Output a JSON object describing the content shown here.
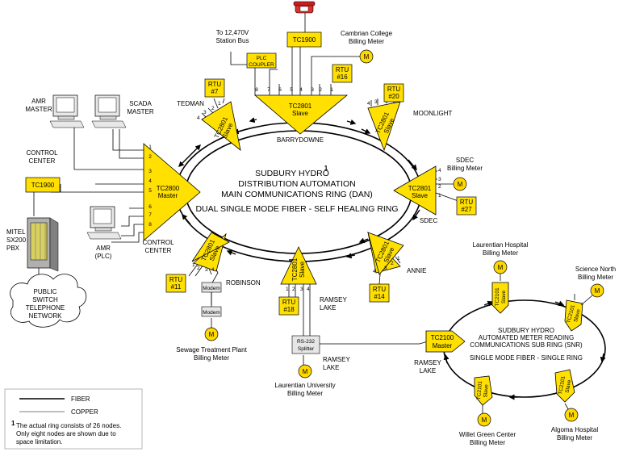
{
  "colors": {
    "node": "#FFE000",
    "meter": "#FFD800",
    "box_stroke": "#000000",
    "gray_box": "#E6E6E6",
    "phone": "#E0302A"
  },
  "main_ring": {
    "title_1": "SUDBURY HYDRO",
    "title_sup": "1",
    "title_2": "DISTRIBUTION AUTOMATION",
    "title_3": "MAIN COMMUNICATIONS RING (DAN)",
    "subtitle": "DUAL SINGLE MODE FIBER - SELF HEALING RING"
  },
  "sub_ring": {
    "title_1": "SUDBURY HYDRO",
    "title_2": "AUTOMATED METER READING",
    "title_3": "COMMUNICATIONS SUB RING (SNR)",
    "subtitle": "SINGLE MODE FIBER - SINGLE  RING"
  },
  "nodes": {
    "master": {
      "l1": "TC2800",
      "l2": "Master"
    },
    "barrydowne": {
      "l1": "TC2801",
      "l2": "Slave",
      "site": "BARRYDOWNE"
    },
    "tedman": {
      "l1": "TC2801",
      "l2": "Slave",
      "site": "TEDMAN"
    },
    "moonlight": {
      "l1": "TC2801",
      "l2": "Slave",
      "site": "MOONLIGHT"
    },
    "sdec": {
      "l1": "TC2801",
      "l2": "Slave",
      "site": "SDEC"
    },
    "annie": {
      "l1": "TC2801",
      "l2": "Slave",
      "site": "ANNIE"
    },
    "ramsey": {
      "l1": "TC2801",
      "l2": "Slave",
      "site1": "RAMSEY",
      "site2": "LAKE"
    },
    "robinson": {
      "l1": "TC2801",
      "l2": "Slave",
      "site": "ROBINSON"
    },
    "snr_master": {
      "l1": "TC2100",
      "l2": "Master",
      "site1": "RAMSEY",
      "site2": "LAKE"
    },
    "laurentian_hosp": {
      "l1": "TC2101",
      "l2": "Slave"
    },
    "science_north": {
      "l1": "TC2101",
      "l2": "Slave"
    },
    "algoma": {
      "l1": "TC2101",
      "l2": "Slave"
    },
    "willet": {
      "l1": "TC2101",
      "l2": "Slave"
    }
  },
  "rtu": {
    "r7": [
      "RTU",
      "#7"
    ],
    "r16": [
      "RTU",
      "#16"
    ],
    "r20": [
      "RTU",
      "#20"
    ],
    "r27": [
      "RTU",
      "#27"
    ],
    "r14": [
      "RTU",
      "#14"
    ],
    "r18": [
      "RTU",
      "#18"
    ],
    "r11": [
      "RTU",
      "#11"
    ]
  },
  "tc1900_top": "TC1900",
  "tc1900_left": "TC1900",
  "plc": {
    "l1": "PLC",
    "l2": "COUPLER"
  },
  "modem_1": "Modem",
  "modem_2": "Modem",
  "rs232": {
    "l1": "RS-232",
    "l2": "Splitter"
  },
  "meter_glyph": "M",
  "labels": {
    "station_bus_1": "To 12,470V",
    "station_bus_2": "Station Bus",
    "cambrian_1": "Cambrian College",
    "cambrian_2": "Billing Meter",
    "amr_master_1": "AMR",
    "amr_master_2": "MASTER",
    "scada_1": "SCADA",
    "scada_2": "MASTER",
    "control_center_1": "CONTROL",
    "control_center_2": "CENTER",
    "amr_plc_1": "AMR",
    "amr_plc_2": "(PLC)",
    "control_center_b_1": "CONTROL",
    "control_center_b_2": "CENTER",
    "mitel_1": "MITEL",
    "mitel_2": "SX200",
    "mitel_3": "PBX",
    "pstn_1": "PUBLIC",
    "pstn_2": "SWITCH",
    "pstn_3": "TELEPHONE",
    "pstn_4": "NETWORK",
    "sdec_meter_1": "SDEC",
    "sdec_meter_2": "Billing Meter",
    "sewage_1": "Sewage Treatment Plant",
    "sewage_2": "Billing Meter",
    "laurentian_u_1": "Laurentian University",
    "laurentian_u_2": "Billing Meter",
    "ramsey_lake_1": "RAMSEY",
    "ramsey_lake_2": "LAKE",
    "laurentian_hosp_1": "Laurentian Hospital",
    "laurentian_hosp_2": "Billing Meter",
    "science_north_1": "Science North",
    "science_north_2": "Billing Meter",
    "algoma_1": "Algoma Hospital",
    "algoma_2": "Billing Meter",
    "willet_1": "Willet Green Center",
    "willet_2": "Billing Meter"
  },
  "legend": {
    "fiber": "FIBER",
    "copper": "COPPER",
    "note_sup": "1",
    "note_1": "The actual ring consists of 26 nodes.",
    "note_2": "Only eight nodes are shown due to",
    "note_3": "space limitation."
  },
  "port_numbers": {
    "master": [
      "1",
      "2",
      "3",
      "4",
      "5",
      "6",
      "7",
      "8"
    ],
    "barrydowne": [
      "8",
      "7",
      "6",
      "5",
      "4",
      "3",
      "2",
      "1"
    ],
    "tedman": [
      "4",
      "3",
      "2",
      "1"
    ],
    "moonlight": [
      "4",
      "3",
      "2",
      "1"
    ],
    "sdec": [
      "4",
      "3",
      "2",
      "1"
    ],
    "annie": [
      "4",
      "3",
      "2",
      "1"
    ],
    "ramsey": [
      "1",
      "2",
      "3",
      "4"
    ],
    "robinson": [
      "1",
      "2",
      "3",
      "4"
    ]
  }
}
